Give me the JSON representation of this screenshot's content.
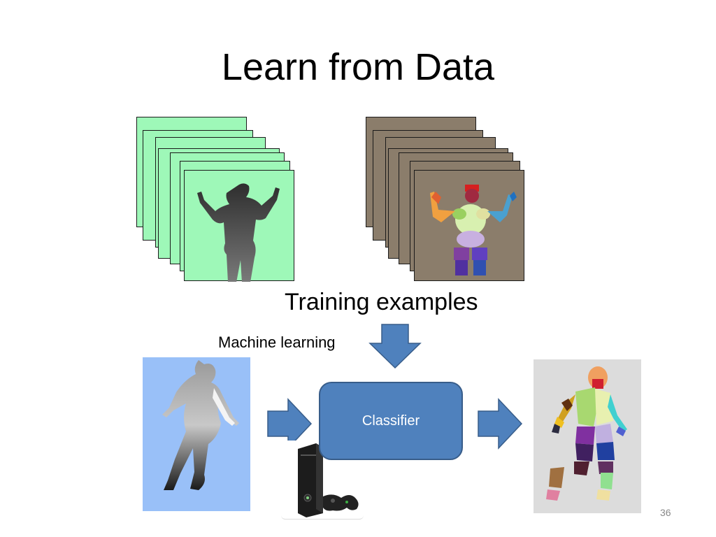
{
  "slide": {
    "title": "Learn from Data",
    "training_label": "Training examples",
    "ml_label": "Machine learning",
    "classifier_label": "Classifier",
    "page_number": "36"
  },
  "colors": {
    "depth_bg": "#9ef8b8",
    "label_bg": "#8b7d6b",
    "arrow": "#4f81bd",
    "classifier": "#4f81bd",
    "input_bg": "#99c0f8",
    "output_bg": "#dcdcdc"
  },
  "icons": {
    "depth_stack": "depth-image-stack",
    "label_stack": "body-part-label-stack",
    "input": "depth-image-person",
    "output": "body-part-segmentation",
    "device": "xbox-console-with-controller"
  }
}
